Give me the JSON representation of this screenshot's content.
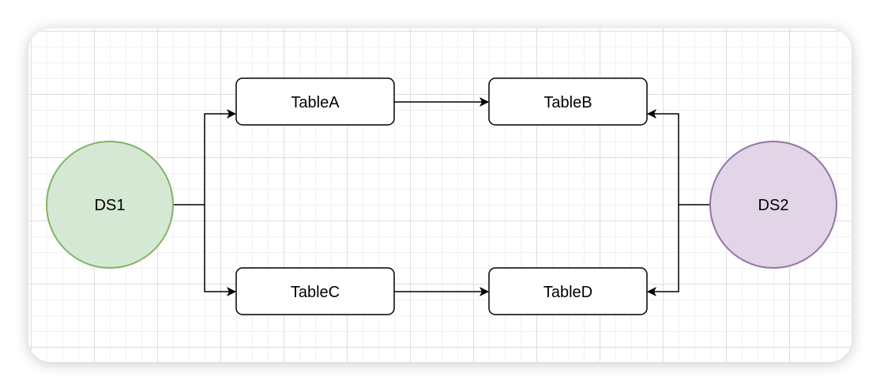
{
  "diagram": {
    "nodes": {
      "ds1": {
        "label": "DS1",
        "fill": "#d5e8d4",
        "stroke": "#82b366"
      },
      "ds2": {
        "label": "DS2",
        "fill": "#e1d5e7",
        "stroke": "#9673a6"
      },
      "table_a": {
        "label": "TableA"
      },
      "table_b": {
        "label": "TableB"
      },
      "table_c": {
        "label": "TableC"
      },
      "table_d": {
        "label": "TableD"
      }
    },
    "edges": [
      {
        "from": "DS1",
        "to": "TableA"
      },
      {
        "from": "DS1",
        "to": "TableC"
      },
      {
        "from": "TableA",
        "to": "TableB"
      },
      {
        "from": "TableC",
        "to": "TableD"
      },
      {
        "from": "DS2",
        "to": "TableB"
      },
      {
        "from": "DS2",
        "to": "TableD"
      }
    ]
  }
}
